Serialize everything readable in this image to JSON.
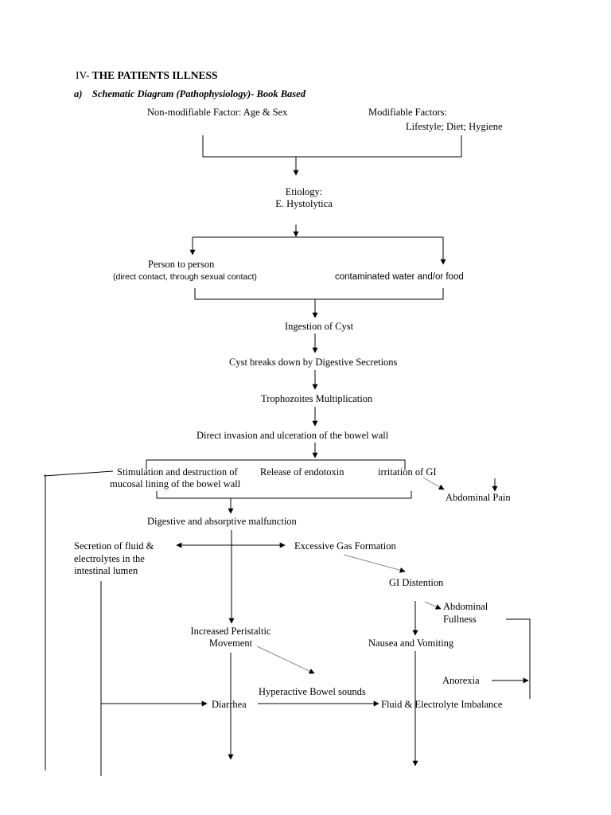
{
  "section": {
    "roman": "IV-",
    "title": "THE PATIENTS ILLNESS"
  },
  "subsection": {
    "prefix": "a)",
    "title": "Schematic Diagram (Pathophysiology)- Book Based"
  },
  "nodes": {
    "non_modifiable": "Non-modifiable Factor: Age & Sex",
    "modifiable_title": "Modifiable Factors:",
    "modifiable_items": "Lifestyle; Diet; Hygiene",
    "etiology_label": "Etiology:",
    "etiology_value": "E. Hystolytica",
    "person_to_person": "Person to person",
    "person_detail": "(direct contact, through sexual contact)",
    "contaminated": "contaminated water and/or food",
    "ingestion": "Ingestion of Cyst",
    "cyst_breaks": "Cyst breaks down by Digestive Secretions",
    "trophozoites": "Trophozoites Multiplication",
    "invasion": "Direct invasion and ulceration of the bowel wall",
    "stimulation_1": "Stimulation and destruction of",
    "stimulation_2": "mucosal lining of the bowel wall",
    "endotoxin": "Release of endotoxin",
    "irritation": "irritation of GI",
    "abdominal_pain": "Abdominal Pain",
    "malfunction": "Digestive and absorptive malfunction",
    "secretion_1": "Secretion of fluid &",
    "secretion_2": "electrolytes in the",
    "secretion_3": "intestinal lumen",
    "gas": "Excessive Gas Formation",
    "gi_distention": "GI Distention",
    "abdominal_1": "Abdominal",
    "abdominal_2": "Fullness",
    "peristaltic_1": "Increased Peristaltic",
    "peristaltic_2": "Movement",
    "nausea": "Nausea and Vomiting",
    "anorexia": "Anorexia",
    "hyperactive": "Hyperactive Bowel sounds",
    "diarrhea": "Diarrhea",
    "imbalance": "Fluid & Electrolyte Imbalance"
  }
}
